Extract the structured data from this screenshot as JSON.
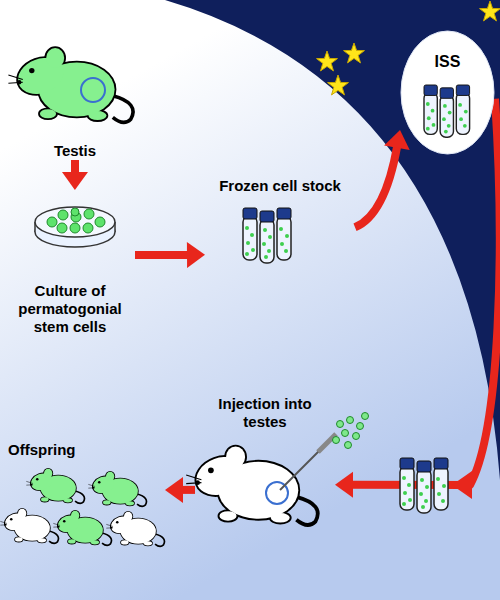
{
  "diagram": {
    "nodes": [
      {
        "text": [
          "Testis"
        ]
      },
      {
        "text": [
          "Culture of permatogonial stem cells"
        ]
      },
      {
        "text": [
          "Frozen cell stock"
        ]
      },
      {
        "text": [
          "ISS"
        ]
      },
      {
        "text": [
          "Injection into testes"
        ]
      },
      {
        "text": [
          "Offspring"
        ]
      }
    ],
    "edges": [
      {
        "from": 0,
        "to": 1,
        "arrow": "to"
      },
      {
        "from": 1,
        "to": 2,
        "arrow": "to"
      },
      {
        "from": 2,
        "to": 3,
        "arrow": "to"
      },
      {
        "from": 3,
        "to": 4,
        "arrow": "to"
      },
      {
        "from": 4,
        "to": 5,
        "arrow": "to"
      }
    ]
  }
}
